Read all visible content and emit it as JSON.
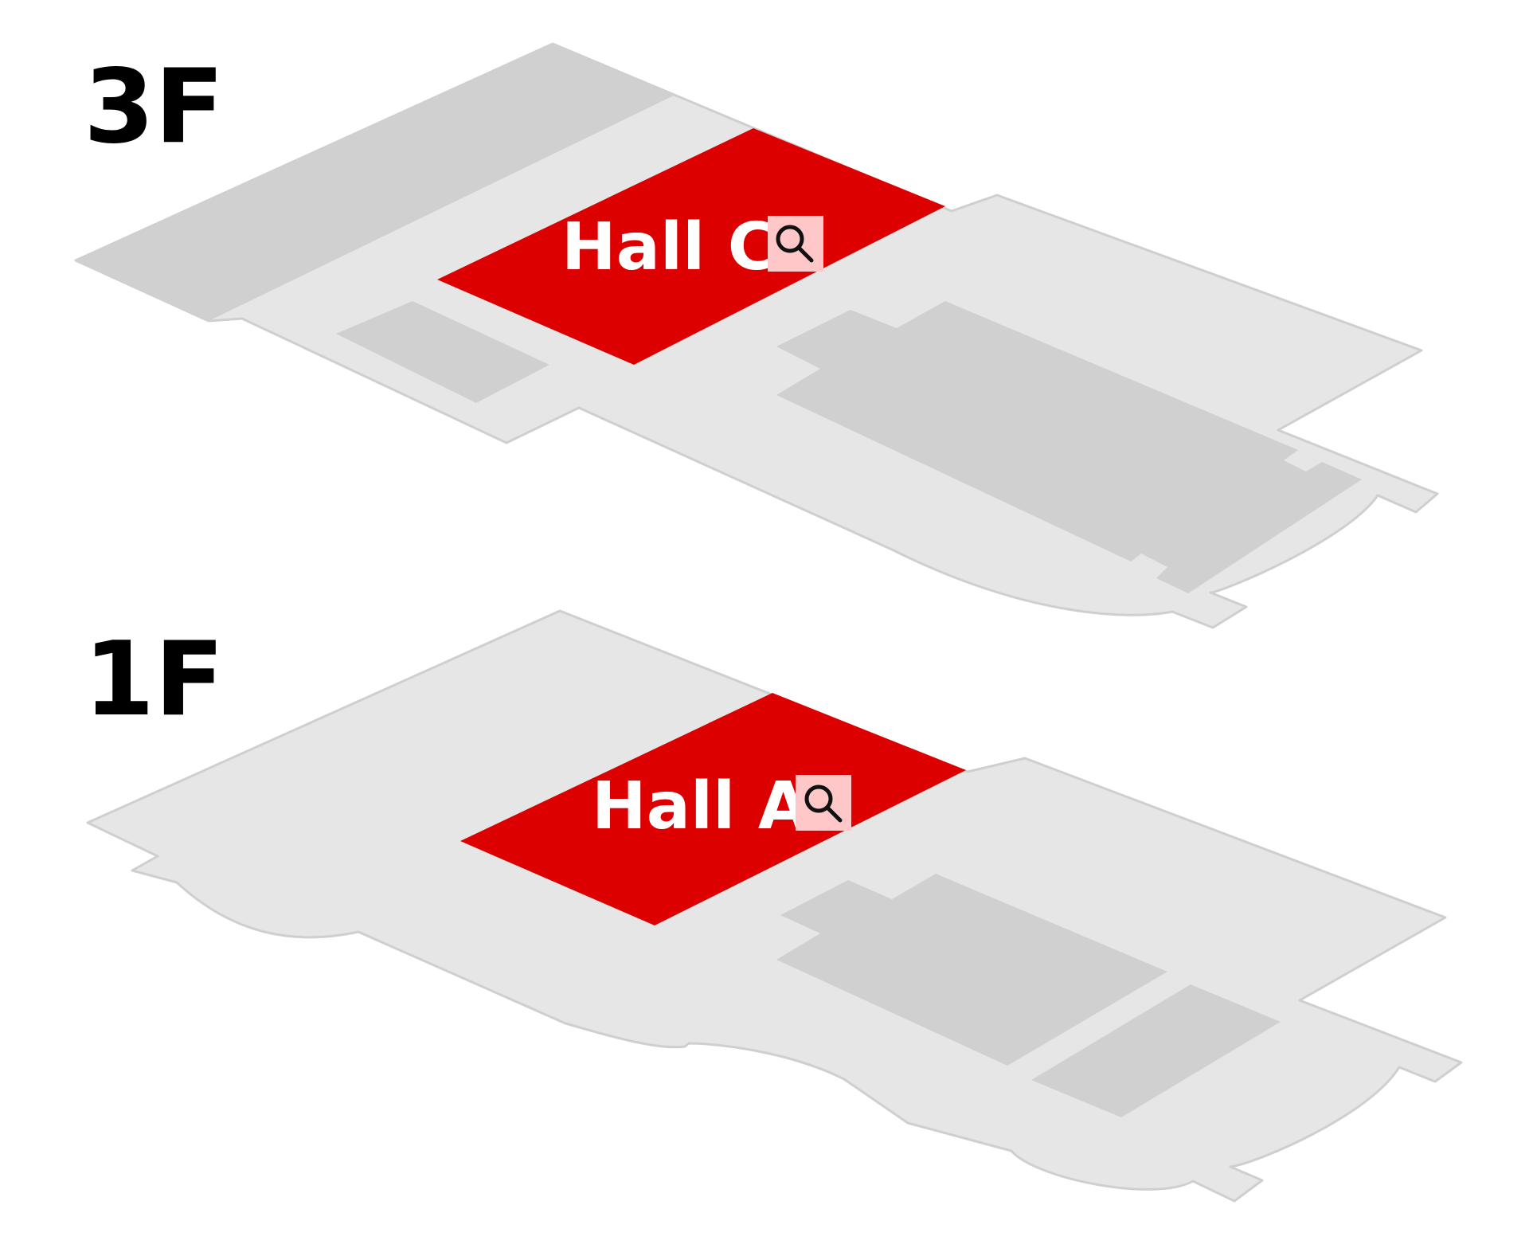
{
  "floors": [
    {
      "label": "3F",
      "hall": {
        "label": "Hall C",
        "icon": "search-icon"
      }
    },
    {
      "label": "1F",
      "hall": {
        "label": "Hall A",
        "icon": "search-icon"
      }
    }
  ],
  "colors": {
    "floor_fill": "#e6e6e6",
    "floor_stroke": "#cfcfcf",
    "block_fill": "#d0d0d0",
    "hall_fill": "#dc0000",
    "search_button_fill": "#ffc7c7",
    "search_icon_stroke": "#111111",
    "label_color": "#000000",
    "hall_label_color": "#ffffff"
  }
}
